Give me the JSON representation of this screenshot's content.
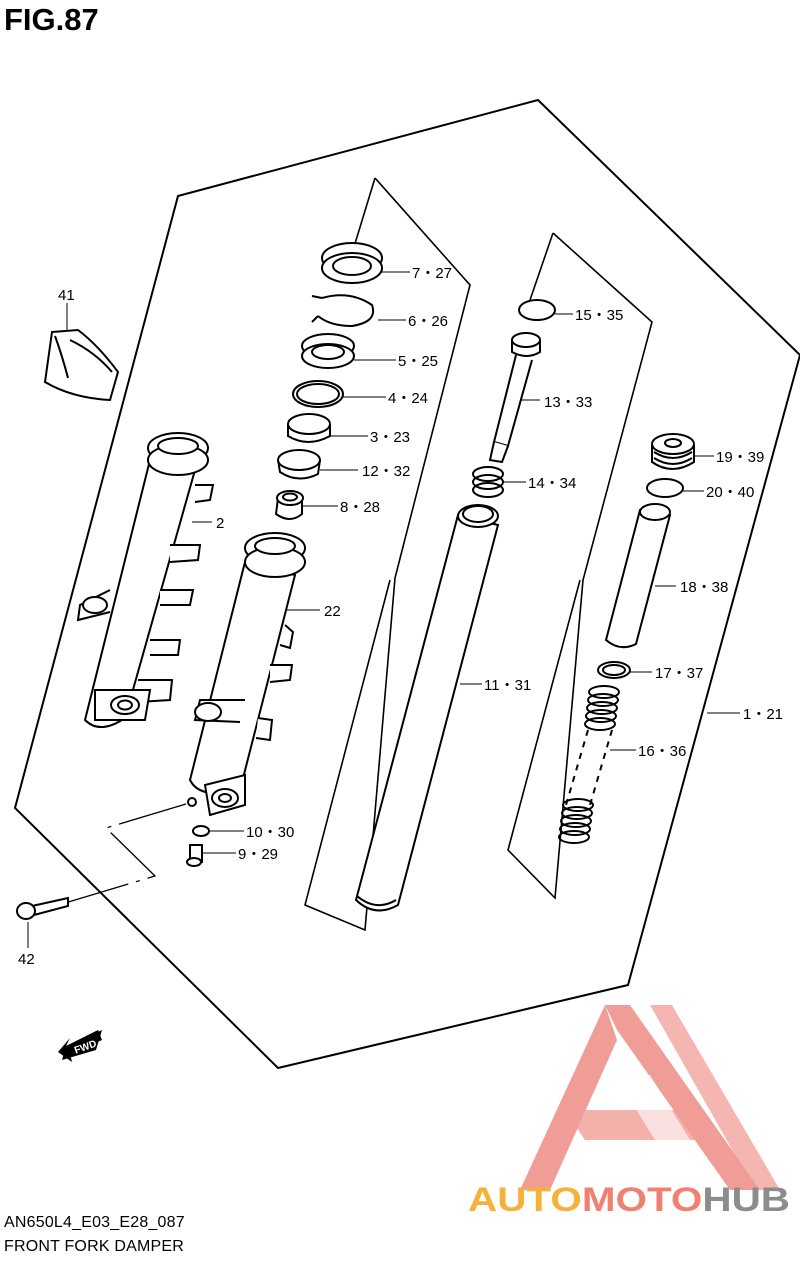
{
  "figure": {
    "title": "FIG.87",
    "code": "AN650L4_E03_E28_087",
    "name": "FRONT FORK DAMPER"
  },
  "direction_label": "FWD",
  "callouts": [
    {
      "id": "c41",
      "text": "41"
    },
    {
      "id": "c7",
      "text": "7・27"
    },
    {
      "id": "c6",
      "text": "6・26"
    },
    {
      "id": "c5",
      "text": "5・25"
    },
    {
      "id": "c4",
      "text": "4・24"
    },
    {
      "id": "c3",
      "text": "3・23"
    },
    {
      "id": "c12",
      "text": "12・32"
    },
    {
      "id": "c8",
      "text": "8・28"
    },
    {
      "id": "c2",
      "text": "2"
    },
    {
      "id": "c22",
      "text": "22"
    },
    {
      "id": "c15",
      "text": "15・35"
    },
    {
      "id": "c13",
      "text": "13・33"
    },
    {
      "id": "c14",
      "text": "14・34"
    },
    {
      "id": "c11",
      "text": "11・31"
    },
    {
      "id": "c19",
      "text": "19・39"
    },
    {
      "id": "c20",
      "text": "20・40"
    },
    {
      "id": "c18",
      "text": "18・38"
    },
    {
      "id": "c17",
      "text": "17・37"
    },
    {
      "id": "c1",
      "text": "1・21"
    },
    {
      "id": "c16",
      "text": "16・36"
    },
    {
      "id": "c10",
      "text": "10・30"
    },
    {
      "id": "c9",
      "text": "9・29"
    },
    {
      "id": "c42",
      "text": "42"
    }
  ],
  "watermark": {
    "part1": "AUTO",
    "part2": "MOTO",
    "part3": "HUB",
    "color1": "#f5b23a",
    "color2": "#f08070",
    "color3": "#8c8c8c",
    "logo_color": "#ef8c86"
  }
}
